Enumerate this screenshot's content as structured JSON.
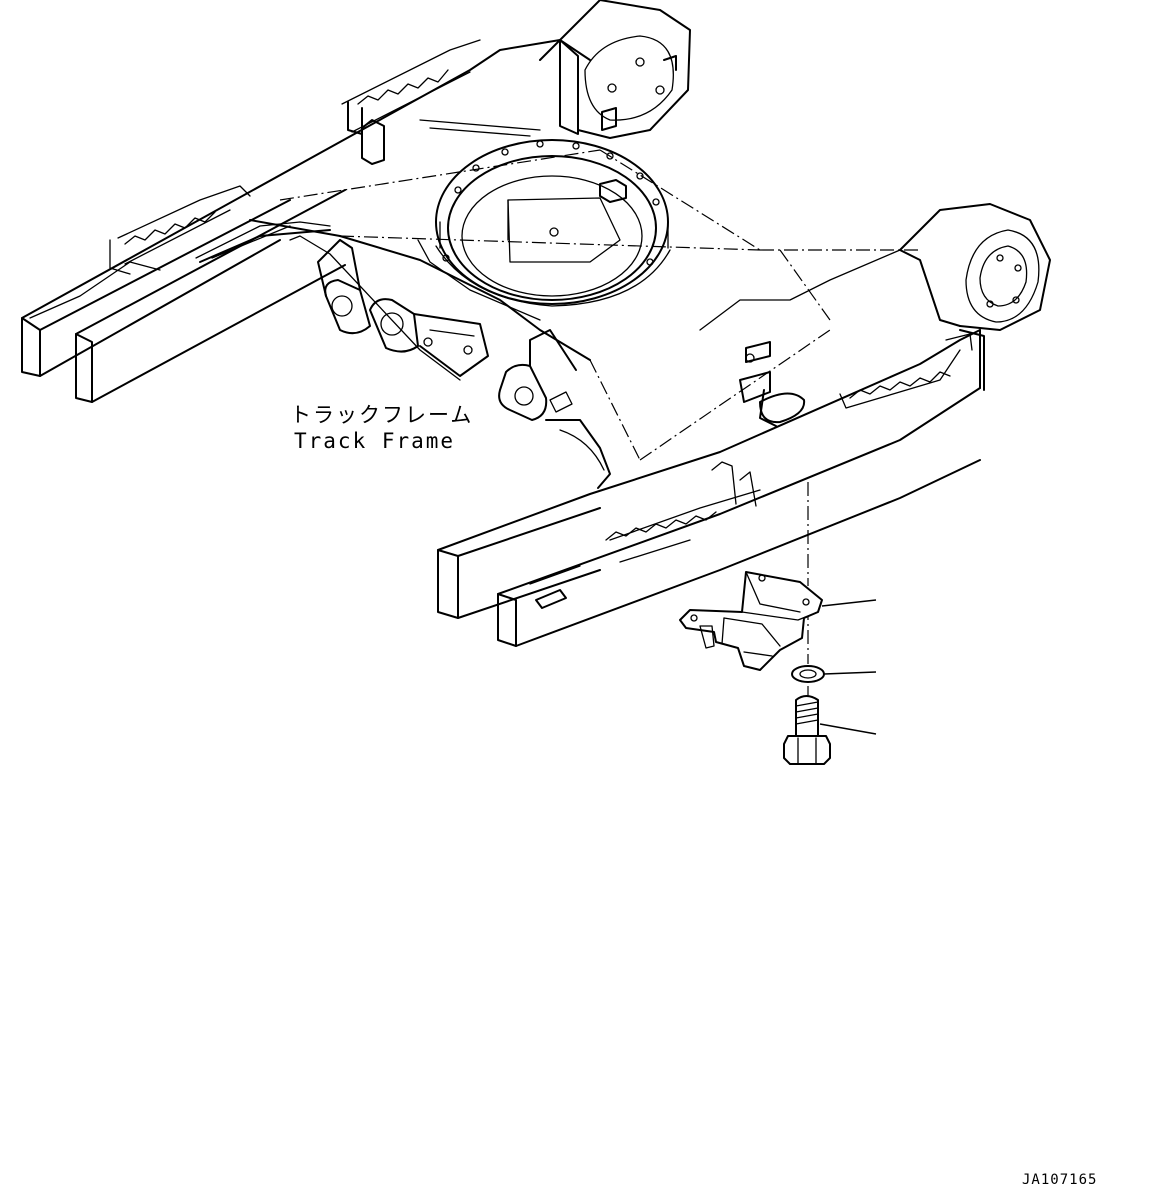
{
  "labels": {
    "track_frame_jp": "トラックフレーム",
    "track_frame_en": "Track Frame",
    "drawing_number": "JA107165"
  },
  "colors": {
    "line": "#000000",
    "background": "#ffffff"
  }
}
